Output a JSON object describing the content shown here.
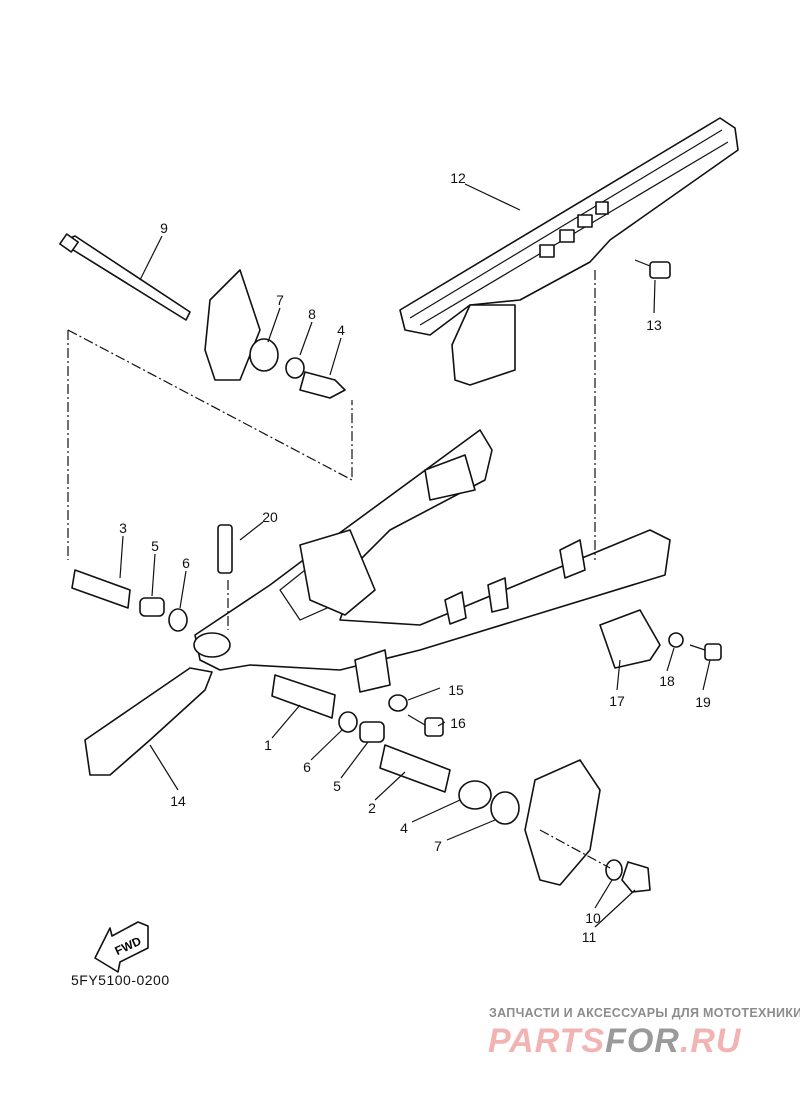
{
  "diagram": {
    "part_code": "5FY5100-0200",
    "fwd_label": "FWD",
    "callouts": [
      {
        "label": "1"
      },
      {
        "label": "2"
      },
      {
        "label": "3"
      },
      {
        "label": "4"
      },
      {
        "label": "4"
      },
      {
        "label": "5"
      },
      {
        "label": "5"
      },
      {
        "label": "6"
      },
      {
        "label": "6"
      },
      {
        "label": "7"
      },
      {
        "label": "7"
      },
      {
        "label": "8"
      },
      {
        "label": "9"
      },
      {
        "label": "10"
      },
      {
        "label": "11"
      },
      {
        "label": "12"
      },
      {
        "label": "13"
      },
      {
        "label": "14"
      },
      {
        "label": "15"
      },
      {
        "label": "16"
      },
      {
        "label": "17"
      },
      {
        "label": "18"
      },
      {
        "label": "19"
      },
      {
        "label": "20"
      }
    ]
  },
  "watermark": {
    "tagline": "ЗАПЧАСТИ И АКСЕССУАРЫ ДЛЯ МОТОТЕХНИКИ",
    "brand_a": "PARTS",
    "brand_b": "FOR",
    "brand_c": ".RU"
  }
}
